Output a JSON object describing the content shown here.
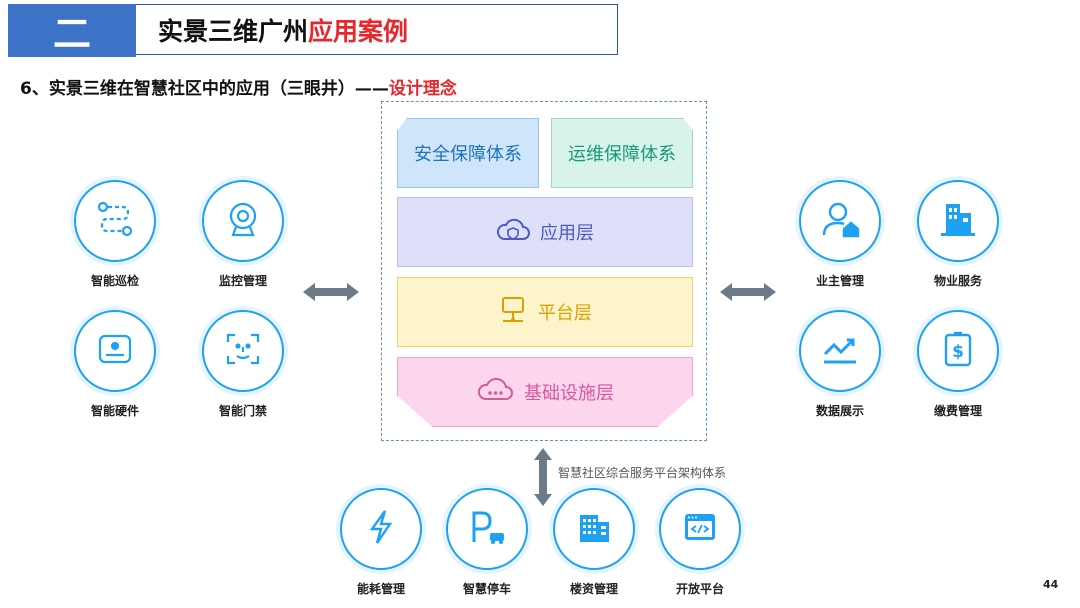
{
  "header": {
    "section_number": "二",
    "title_black": "实景三维广州",
    "title_red": "应用案例"
  },
  "subtitle": {
    "black": "6、实景三维在智慧社区中的应用（三眼井）——",
    "red": "设计理念"
  },
  "layers": {
    "security": "安全保障体系",
    "operations": "运维保障体系",
    "application": "应用层",
    "platform": "平台层",
    "infrastructure": "基础设施层"
  },
  "left_features": [
    {
      "label": "智能巡检",
      "icon": "patrol-route-icon"
    },
    {
      "label": "监控管理",
      "icon": "camera-icon"
    },
    {
      "label": "智能硬件",
      "icon": "hardware-device-icon"
    },
    {
      "label": "智能门禁",
      "icon": "face-scan-icon"
    }
  ],
  "right_features": [
    {
      "label": "业主管理",
      "icon": "owner-home-icon"
    },
    {
      "label": "物业服务",
      "icon": "building-icon"
    },
    {
      "label": "数据展示",
      "icon": "trend-chart-icon"
    },
    {
      "label": "缴费管理",
      "icon": "payment-icon"
    }
  ],
  "bottom_features": [
    {
      "label": "能耗管理",
      "icon": "lightning-icon"
    },
    {
      "label": "智慧停车",
      "icon": "parking-icon"
    },
    {
      "label": "楼资管理",
      "icon": "apartment-icon"
    },
    {
      "label": "开放平台",
      "icon": "code-window-icon"
    }
  ],
  "bottom_note": "智慧社区综合服务平台架构体系",
  "page_number": "44",
  "colors": {
    "accent_blue": "#1da1f2",
    "header_blue": "#3c73c6",
    "highlight_red": "#e8262b"
  }
}
